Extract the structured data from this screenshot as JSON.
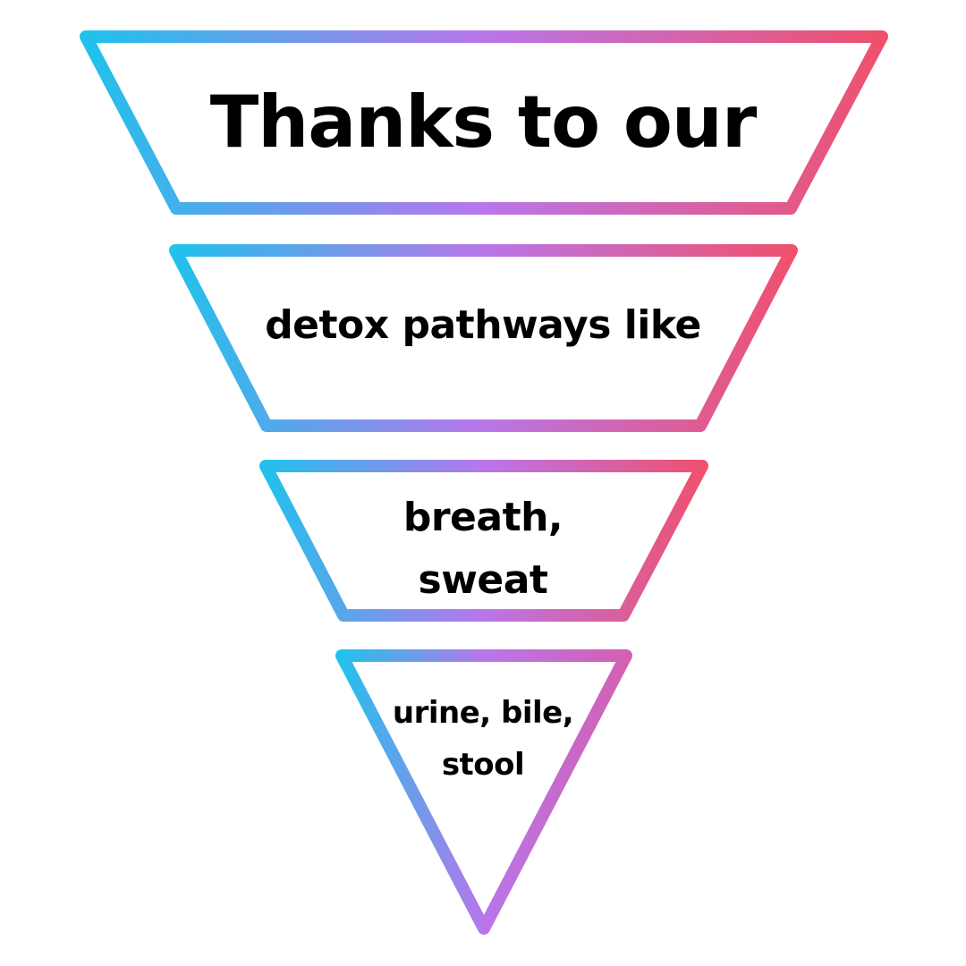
{
  "diagram": {
    "type": "inverted-funnel",
    "colors": {
      "background": "#ffffff",
      "text": "#000000",
      "gradient_start": "#1ec3eb",
      "gradient_mid": "#b976ea",
      "gradient_end": "#f0506a",
      "triangle_gradient_end": "#d45fb0"
    },
    "stages": [
      {
        "shape": "trapezoid",
        "label": "Thanks to our"
      },
      {
        "shape": "trapezoid",
        "label": "detox pathways like"
      },
      {
        "shape": "trapezoid",
        "label": "breath,\nsweat"
      },
      {
        "shape": "triangle",
        "label": "urine, bile,\nstool"
      }
    ]
  }
}
